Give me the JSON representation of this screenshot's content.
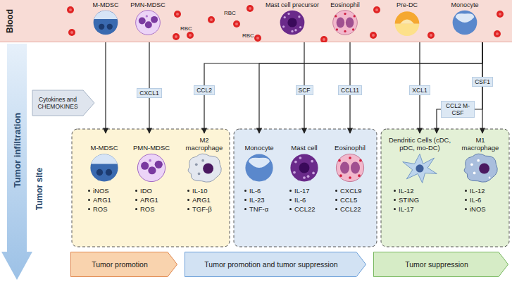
{
  "diagram": {
    "nodes": [
      {
        "text": [
          "Blood"
        ]
      },
      {
        "text": [
          "M-MDSC"
        ],
        "in": 0
      },
      {
        "text": [
          "PMN-MDSC"
        ],
        "in": 0
      },
      {
        "text": [
          "Mast cell precursor"
        ],
        "in": 0
      },
      {
        "text": [
          "Eosinophil"
        ],
        "in": 0
      },
      {
        "text": [
          "Pre-DC"
        ],
        "in": 0
      },
      {
        "text": [
          "Monocyte"
        ],
        "in": 0
      },
      {
        "text": [
          "Tumor infiltration"
        ]
      },
      {
        "text": [
          "M-MDSC",
          "iNOS",
          "ARG1",
          "ROS"
        ]
      },
      {
        "text": [
          "PMN-MDSC",
          "IDO",
          "ARG1",
          "ROS"
        ]
      },
      {
        "text": [
          "M2 macrophage",
          "IL-10",
          "ARG1",
          "TGF-β"
        ]
      },
      {
        "text": [
          "Monocyte",
          "IL-6",
          "IL-23",
          "TNF-α"
        ]
      },
      {
        "text": [
          "Mast cell",
          "IL-17",
          "IL-6",
          "CCL22"
        ]
      },
      {
        "text": [
          "Eosinophil",
          "CXCL9",
          "CCL5",
          "CCL22"
        ]
      },
      {
        "text": [
          "Dendritic Cells (cDC, pDC, mo-DC)",
          "IL-12",
          "STING",
          "IL-17"
        ]
      },
      {
        "text": [
          "M1 macrophage",
          "IL-12",
          "IL-6",
          "iNOS"
        ]
      },
      {
        "text": [
          "Tumor promotion"
        ]
      },
      {
        "text": [
          "Tumor promotion and tumor suppression"
        ]
      },
      {
        "text": [
          "Tumor suppression"
        ]
      }
    ],
    "edges": [
      {
        "from": 1,
        "to": 8,
        "arrow": "to"
      },
      {
        "from": 2,
        "to": 9,
        "arrow": "to",
        "label": "CXCL1"
      },
      {
        "from": 6,
        "to": 10,
        "arrow": "to",
        "label": "CCL2"
      },
      {
        "from": 6,
        "to": 11,
        "arrow": "to"
      },
      {
        "from": 3,
        "to": 12,
        "arrow": "to",
        "label": "SCF"
      },
      {
        "from": 4,
        "to": 13,
        "arrow": "to",
        "label": "CCL11"
      },
      {
        "from": 5,
        "to": 14,
        "arrow": "to",
        "label": "XCL1"
      },
      {
        "from": 6,
        "to": 14,
        "arrow": "to",
        "label": "CCL2 M-CSF"
      },
      {
        "from": 6,
        "to": 15,
        "arrow": "to",
        "label": "CSF1"
      }
    ],
    "labels": [
      "RBC",
      "RBC",
      "RBC",
      "Cytokines and CHEMOKINES",
      "Tumor site"
    ]
  }
}
